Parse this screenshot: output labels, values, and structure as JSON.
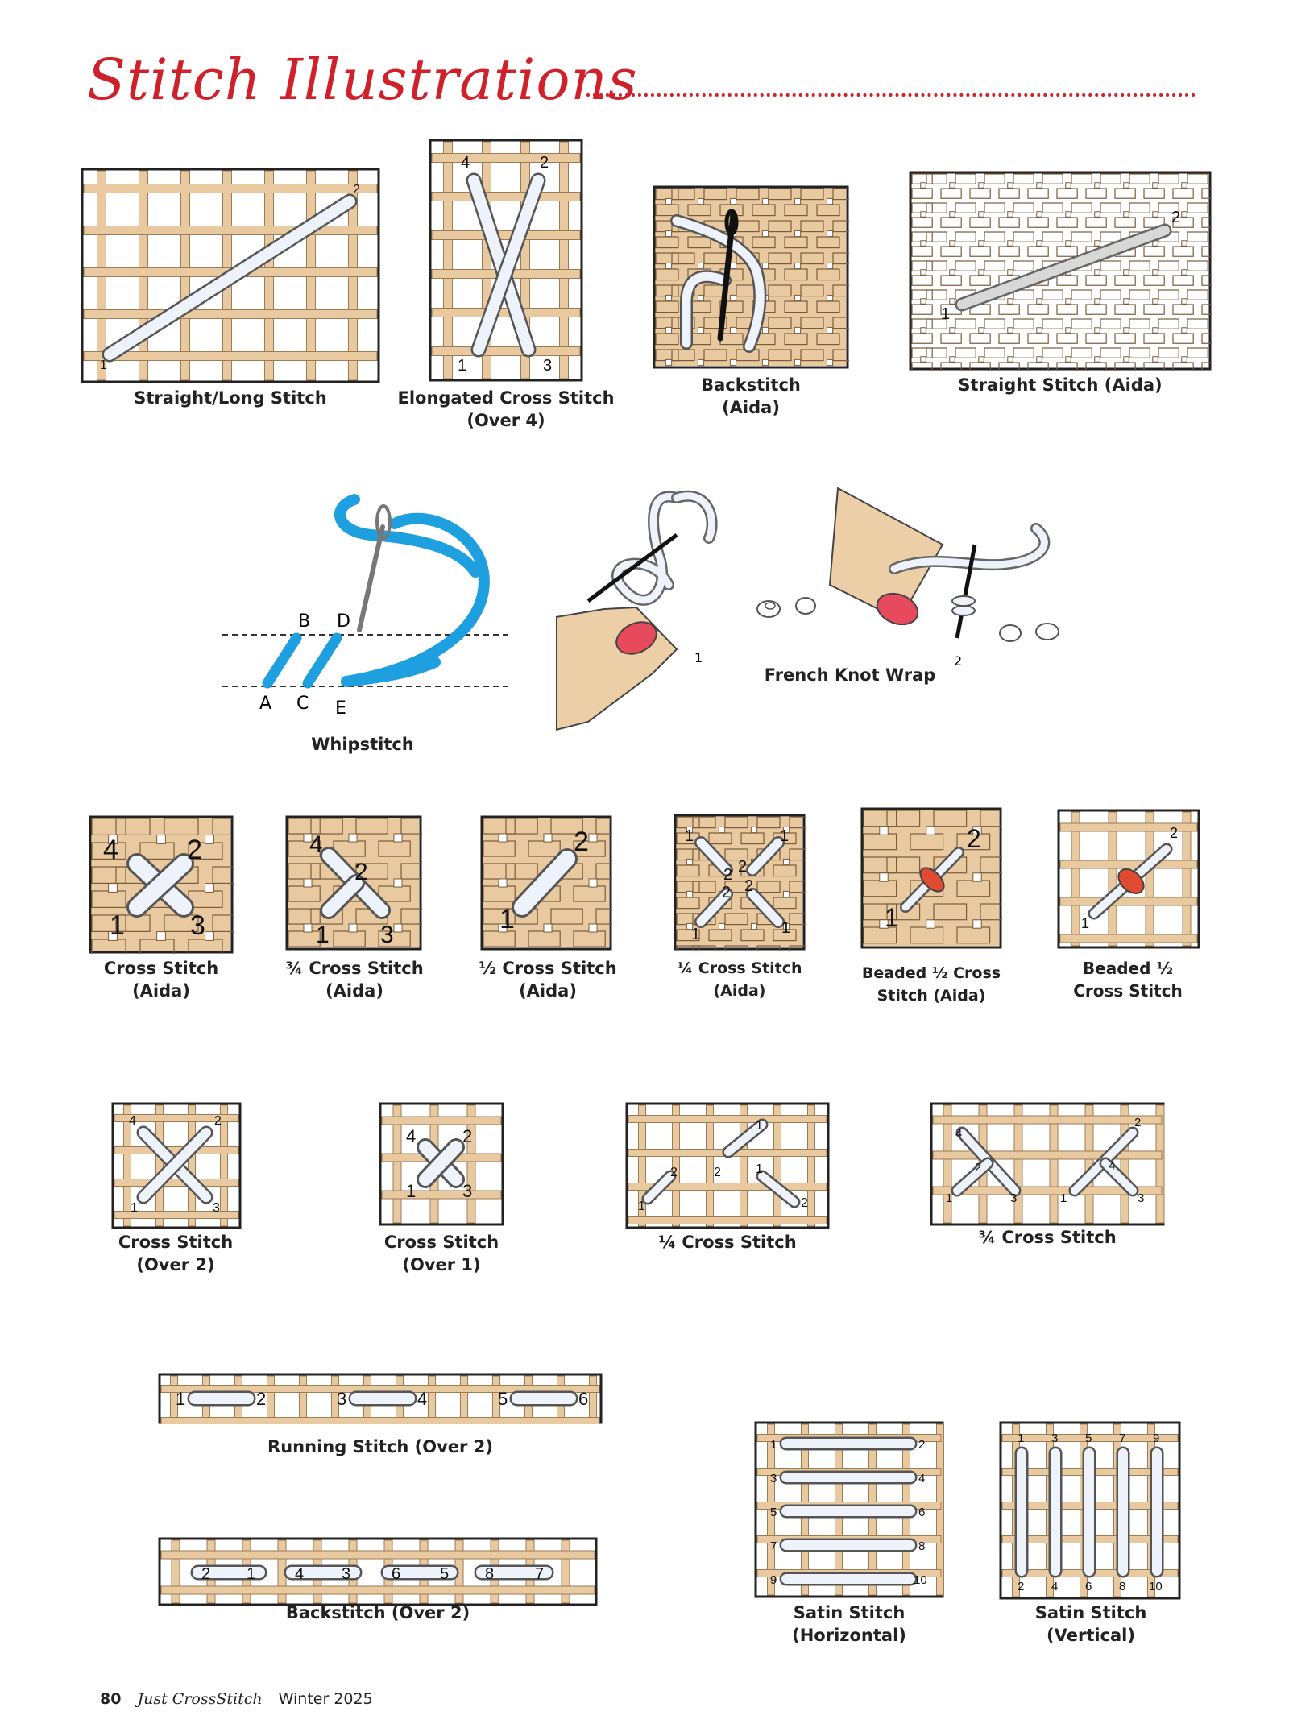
{
  "page_title": "Stitch Illustrations",
  "captions": {
    "straight_long": [
      "Straight/Long Stitch"
    ],
    "elongated_cross": [
      "Elongated Cross Stitch",
      "(Over 4)"
    ],
    "backstitch_aida": [
      "Backstitch",
      "(Aida)"
    ],
    "straight_aida": [
      "Straight Stitch (Aida)"
    ],
    "whipstitch": [
      "Whipstitch"
    ],
    "french_knot": [
      "French Knot Wrap"
    ],
    "cross_aida": [
      "Cross Stitch",
      "(Aida)"
    ],
    "three_quarter_aida": [
      "¾ Cross Stitch",
      "(Aida)"
    ],
    "half_aida": [
      "½ Cross Stitch",
      "(Aida)"
    ],
    "quarter_aida": [
      "¼ Cross Stitch",
      "(Aida)"
    ],
    "beaded_half_aida": [
      "Beaded ½ Cross",
      "Stitch (Aida)"
    ],
    "beaded_half": [
      "Beaded ½",
      "Cross Stitch"
    ],
    "cross_over2": [
      "Cross Stitch",
      "(Over 2)"
    ],
    "cross_over1": [
      "Cross Stitch",
      "(Over 1)"
    ],
    "quarter_cross": [
      "¼ Cross Stitch"
    ],
    "three_quarter_cross": [
      "¾ Cross Stitch"
    ],
    "running_over2": [
      "Running Stitch (Over 2)"
    ],
    "backstitch_over2": [
      "Backstitch (Over 2)"
    ],
    "satin_horizontal": [
      "Satin Stitch",
      "(Horizontal)"
    ],
    "satin_vertical": [
      "Satin Stitch",
      "(Vertical)"
    ]
  },
  "diagram_labels": {
    "straight_long": [
      "1",
      "2"
    ],
    "elongated_cross": [
      "4",
      "2",
      "1",
      "3"
    ],
    "straight_aida": [
      "1",
      "2"
    ],
    "whipstitch": [
      "A",
      "B",
      "C",
      "D",
      "E"
    ],
    "french_knot": [
      "1",
      "2"
    ],
    "cross_aida": [
      "4",
      "2",
      "1",
      "3"
    ],
    "three_quarter_aida": [
      "4",
      "2",
      "1",
      "3"
    ],
    "half_aida": [
      "1",
      "2"
    ],
    "quarter_aida": [
      "1",
      "1",
      "2",
      "2",
      "2",
      "2",
      "1",
      "1"
    ],
    "beaded_half_aida": [
      "1",
      "2"
    ],
    "beaded_half": [
      "1",
      "2"
    ],
    "cross_over2": [
      "4",
      "2",
      "1",
      "3"
    ],
    "cross_over1": [
      "4",
      "2",
      "1",
      "3"
    ],
    "quarter_cross": [
      "1",
      "2",
      "2",
      "1",
      "1",
      "2"
    ],
    "three_quarter_cross": [
      "4",
      "2",
      "1",
      "3",
      "2",
      "4",
      "1",
      "3"
    ],
    "running_over2": [
      "1",
      "2",
      "3",
      "4",
      "5",
      "6"
    ],
    "backstitch_over2": [
      "2",
      "1",
      "4",
      "3",
      "6",
      "5",
      "8",
      "7"
    ],
    "satin_horizontal": [
      "1",
      "2",
      "3",
      "4",
      "5",
      "6",
      "7",
      "8",
      "9",
      "10"
    ],
    "satin_vertical": [
      "1",
      "3",
      "5",
      "7",
      "9",
      "2",
      "4",
      "6",
      "8",
      "10"
    ]
  },
  "footer": {
    "page_number": "80",
    "magazine": "Just CrossStitch",
    "issue": "Winter 2025"
  },
  "colors": {
    "title_red": "#d0202a",
    "fabric_tan": "#e8c9a0",
    "thread_white": "#eef3fb",
    "whip_blue": "#1e9fe0",
    "bead_red": "#e04a30"
  }
}
